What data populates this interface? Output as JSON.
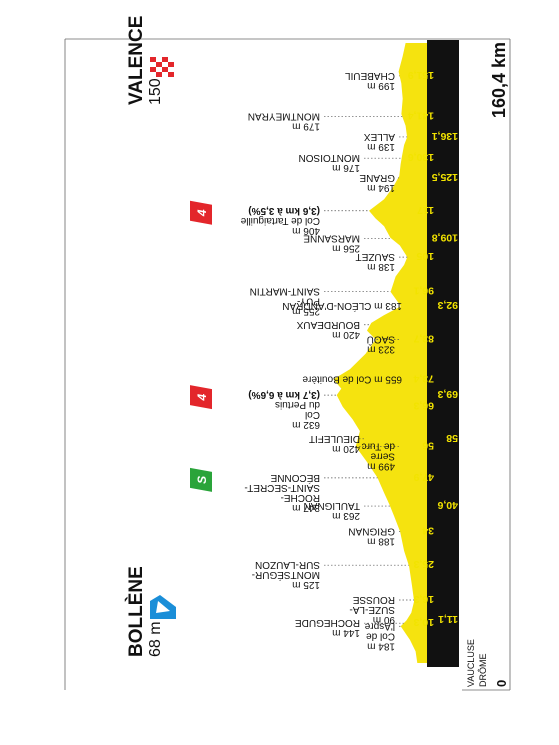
{
  "start": {
    "name": "BOLLÈNE",
    "altitude": "68 m"
  },
  "finish": {
    "name": "VALENCE",
    "altitude": "150 m"
  },
  "total_distance": "160,4 km",
  "zero_label": "0",
  "departments": [
    "VAUCLUSE",
    "DRÔME"
  ],
  "distance_max": 160.4,
  "km_markers": {
    "top": [
      {
        "label": "10,3",
        "km": 10.3
      },
      {
        "label": "16,3",
        "km": 16.3
      },
      {
        "label": "25,3",
        "km": 25.3
      },
      {
        "label": "34",
        "km": 34
      },
      {
        "label": "47,9",
        "km": 47.9
      },
      {
        "label": "56",
        "km": 56
      },
      {
        "label": "66,3",
        "km": 66.3
      },
      {
        "label": "73,4",
        "km": 73.4
      },
      {
        "label": "83,7",
        "km": 83.7
      },
      {
        "label": "96,1",
        "km": 96.1
      },
      {
        "label": "105",
        "km": 105
      },
      {
        "label": "117",
        "km": 117
      },
      {
        "label": "130,6",
        "km": 130.6
      },
      {
        "label": "141,4",
        "km": 141.4
      },
      {
        "label": "151,9",
        "km": 151.9
      }
    ],
    "bottom": [
      {
        "label": "11,1",
        "km": 11.1
      },
      {
        "label": "40,6",
        "km": 40.6
      },
      {
        "label": "58",
        "km": 58
      },
      {
        "label": "69,3",
        "km": 69.3
      },
      {
        "label": "92,3",
        "km": 92.3
      },
      {
        "label": "109,8",
        "km": 109.8
      },
      {
        "label": "125,5",
        "km": 125.5
      },
      {
        "label": "136,1",
        "km": 136.1
      }
    ]
  },
  "waypoints": [
    {
      "km": 9.5,
      "lines": [
        "184 m",
        "Col de",
        "l'Aspre"
      ],
      "row": "low"
    },
    {
      "km": 10.3,
      "lines": [
        "144 m",
        "ROCHEGUDE"
      ],
      "row": "mid"
    },
    {
      "km": 16.3,
      "lines": [
        "90 m",
        "SUZE-LA-",
        "ROUSSE"
      ],
      "row": "low"
    },
    {
      "km": 25.3,
      "lines": [
        "125 m",
        "MONTSÉGUR-",
        "SUR-LAUZON"
      ],
      "row": "high"
    },
    {
      "km": 34,
      "lines": [
        "188 m",
        "GRIGNAN"
      ],
      "row": "low"
    },
    {
      "km": 40.6,
      "lines": [
        "263 m",
        "TAULIGNAN"
      ],
      "row": "mid"
    },
    {
      "km": 47.9,
      "lines": [
        "347 m",
        "ROCHE-",
        "SAINT-SECRET-",
        "BÉCONNE"
      ],
      "row": "high"
    },
    {
      "km": 56,
      "lines": [
        "499 m",
        "Serre",
        "de Turc"
      ],
      "row": "low"
    },
    {
      "km": 58,
      "lines": [
        "420 m",
        "DIEULEFIT"
      ],
      "row": "mid"
    },
    {
      "km": 69.3,
      "lines": [
        "632 m",
        "Col",
        "du Pertuis"
      ],
      "bold": "(3,7 km à 6,6%)",
      "row": "high"
    },
    {
      "km": 83.7,
      "lines": [
        "323 m",
        "SAOÛ"
      ],
      "row": "low"
    },
    {
      "km": 87.5,
      "lines": [
        "420 m",
        "BOURDEAUX"
      ],
      "row": "mid"
    },
    {
      "km": 96.1,
      "lines": [
        "255 m",
        "PUY-",
        "SAINT-MARTIN"
      ],
      "row": "high"
    },
    {
      "km": 105,
      "lines": [
        "138 m",
        "SAUZET"
      ],
      "row": "low"
    },
    {
      "km": 109.8,
      "lines": [
        "256 m",
        "MARSANNE"
      ],
      "row": "mid"
    },
    {
      "km": 117,
      "lines": [
        "406 m",
        "Col de Tartaiguille"
      ],
      "bold": "(3,6 km à 3,5%)",
      "row": "high"
    },
    {
      "km": 125.5,
      "lines": [
        "194 m",
        "GRANE"
      ],
      "row": "low"
    },
    {
      "km": 130.6,
      "lines": [
        "176 m",
        "MONTOISON"
      ],
      "row": "mid"
    },
    {
      "km": 136.1,
      "lines": [
        "139 m",
        "ALLEX"
      ],
      "row": "low"
    },
    {
      "km": 141.4,
      "lines": [
        "179 m",
        "MONTMEYRAN"
      ],
      "row": "high"
    },
    {
      "km": 151.9,
      "lines": [
        "199 m",
        "CHABEUIL"
      ],
      "row": "low"
    }
  ],
  "inline_labels": [
    {
      "km": 73.4,
      "text": "655 m Col de Bouitère"
    },
    {
      "km": 92.3,
      "text": "183 m CLÉON-D'ANDRAN"
    }
  ],
  "climb_badges": [
    {
      "km": 47.9,
      "text": "S",
      "color": "#2aa43a"
    },
    {
      "km": 69.3,
      "text": "4",
      "color": "#e3262b"
    },
    {
      "km": 117,
      "text": "4",
      "color": "#e3262b"
    }
  ],
  "elevation": {
    "km": [
      0,
      3,
      6,
      9.5,
      11,
      13,
      16,
      20,
      25,
      29,
      34,
      38,
      41,
      44,
      48,
      52,
      56,
      60,
      63,
      66.3,
      69.3,
      71,
      73.4,
      76,
      80,
      83.7,
      86,
      88,
      90,
      92.3,
      96,
      100,
      103,
      105,
      108,
      110,
      113,
      115,
      117,
      120,
      123,
      126,
      129,
      131,
      134,
      136,
      139,
      142,
      146,
      150,
      153,
      157,
      160.4
    ],
    "alt": [
      68,
      80,
      120,
      184,
      144,
      110,
      90,
      105,
      125,
      160,
      188,
      230,
      263,
      300,
      347,
      420,
      499,
      470,
      520,
      590,
      632,
      600,
      655,
      540,
      430,
      360,
      420,
      390,
      300,
      183,
      255,
      220,
      160,
      138,
      190,
      256,
      300,
      360,
      406,
      300,
      240,
      194,
      185,
      176,
      160,
      139,
      150,
      179,
      170,
      180,
      199,
      170,
      150
    ]
  },
  "colors": {
    "profile": "#f5e30f",
    "band": "#111111",
    "km_text": "#f2e300",
    "start_flag": "#1a8ed8",
    "finish_flag": "#e3262b"
  }
}
